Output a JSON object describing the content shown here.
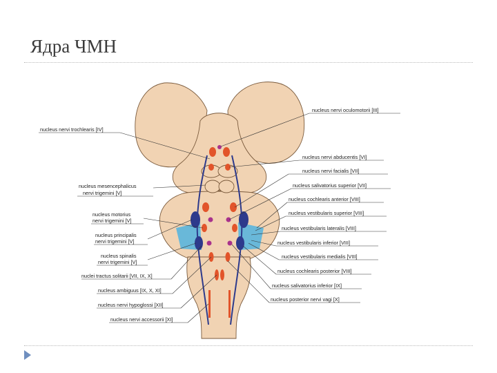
{
  "slide": {
    "title": "Ядра ЧМН"
  },
  "diagram": {
    "labels_right": [
      "nucleus nervi oculomotorii [III]",
      "nucleus nervi abducentis [VI]",
      "nucleus nervi facialis [VII]",
      "nucleus salivatorius superior [VII]",
      "nucleus cochlearis anterior [VIII]",
      "nucleus vestibularis superior [VIII]",
      "nucleus vestibularis lateralis [VIII]",
      "nucleus vestibularis inferior [VIII]",
      "nucleus vestibularis medialis [VIII]",
      "nucleus cochlearis posterior [VIII]",
      "nucleus salivatorius inferior [IX]",
      "nucleus posterior nervi vagi [X]"
    ],
    "labels_left": [
      "nucleus nervi trochlearis [IV]",
      "nucleus mesencephalicus",
      "nervi trigemini [V]",
      "nucleus motorius",
      "nervi trigemini [V]",
      "nucleus principalis",
      "nervi trigemini [V]",
      "nucleus spinalis",
      "nervi trigemini [V]",
      "nuclei tractus solitarii [VII, IX, X]",
      "nucleus ambiguus [IX, X, XI]",
      "nucleus nervi hypoglossi [XII]",
      "nucleus nervi accessorii [XI]"
    ],
    "colors": {
      "tissue": "#f1d3b3",
      "outline": "#7a5a3c",
      "motor": "#e2542a",
      "sensory": "#2d3a8c",
      "special": "#52b4e0",
      "autonomic": "#a8328c"
    }
  }
}
